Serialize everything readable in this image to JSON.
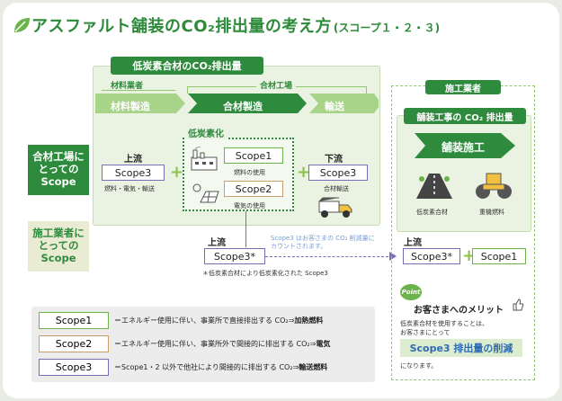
{
  "title": {
    "main": "アスファルト舗装のCO₂排出量の考え方",
    "sub": "(スコープ１・２・３)"
  },
  "producer_box": {
    "title": "低炭素合材のCO₂排出量",
    "materials_vendor": "材料業者",
    "asphalt_plant": "合材工場",
    "steps": [
      "材料製造",
      "合材製造",
      "輸送"
    ],
    "low_carbon": "低炭素化",
    "upstream": {
      "heading": "上流",
      "scope": "Scope3",
      "note": "燃料・電気・輸送"
    },
    "scope1": {
      "label": "Scope1",
      "note": "燃料の使用"
    },
    "scope2": {
      "label": "Scope2",
      "note": "電気の使用"
    },
    "downstream": {
      "heading": "下流",
      "scope": "Scope3",
      "note": "合材輸送"
    }
  },
  "side_labels": {
    "plant": [
      "合材工場に",
      "とっての",
      "Scope"
    ],
    "contractor": [
      "施工業者に",
      "とっての",
      "Scope"
    ]
  },
  "middle": {
    "heading": "上流",
    "scope": "Scope3*",
    "callout": [
      "Scope3 はお客さまの CO₂ 削減量に",
      "カウントされます。"
    ],
    "footnote": "＊低炭素合材により低炭素化された Scope3"
  },
  "contractor_box": {
    "tag": "施工業者",
    "title": "舗装工事の CO₂ 排出量",
    "work": "舗装施工",
    "icon1_label": "低炭素合材",
    "icon2_label": "重機燃料",
    "heading": "上流",
    "scope3": "Scope3*",
    "scope1": "Scope1",
    "point_badge": "Point",
    "merit_title": "お客さまへのメリット",
    "merit_lines": [
      "低炭素合材を使用することは、",
      "お客さまにとって"
    ],
    "highlight": "Scope3 排出量の削減",
    "closing": "になります。"
  },
  "legend": [
    {
      "scope": "Scope1",
      "prefix": "＝エネルギー使用に伴い、事業所で直接排出する CO₂⇒",
      "bold": "加熱燃料",
      "color": "#6bb34a"
    },
    {
      "scope": "Scope2",
      "prefix": "＝エネルギー使用に伴い、事業所外で間接的に排出する CO₂⇒",
      "bold": "電気",
      "color": "#c9a06a"
    },
    {
      "scope": "Scope3",
      "prefix": "＝Scope1・2 以外で他社により間接的に排出する CO₂⇒",
      "bold": "輸送燃料",
      "color": "#7b6db5"
    }
  ],
  "colors": {
    "green_dark": "#2e8b3e",
    "green_light": "#8fc870",
    "scope1": "#6bb34a",
    "scope2": "#c9a06a",
    "scope3": "#7b6db5",
    "callout": "#7b9ed0"
  }
}
